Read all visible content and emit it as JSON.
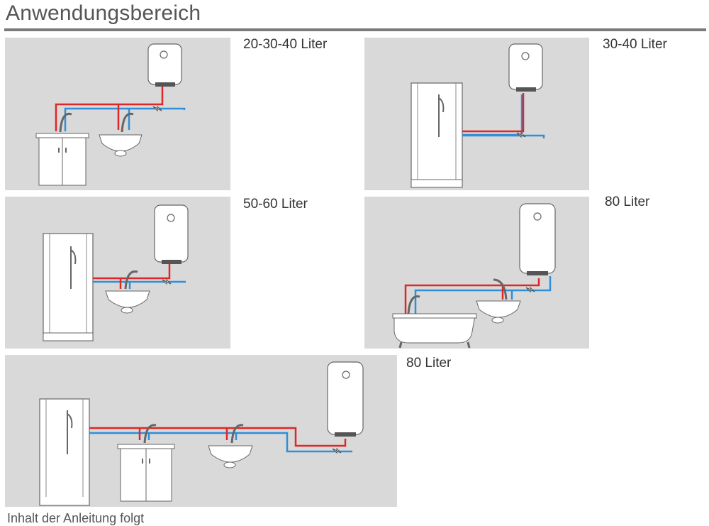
{
  "page": {
    "title": "Anwendungsbereich",
    "footer_text": "Inhalt der Anleitung folgt"
  },
  "colors": {
    "hot_pipe": "#e02626",
    "cold_pipe": "#2f8fd8",
    "panel_bg": "#d9d9d9",
    "fixture_fill": "#ffffff",
    "fixture_stroke": "#666666",
    "divider": "#7a7a7a"
  },
  "panels": [
    {
      "caption": "20-30-40 Liter",
      "fixtures": [
        "cabinet-sink",
        "wall-sink",
        "water-heater"
      ]
    },
    {
      "caption": "30-40 Liter",
      "fixtures": [
        "shower-cabin",
        "water-heater"
      ]
    },
    {
      "caption": "50-60 Liter",
      "fixtures": [
        "shower-cabin",
        "wall-sink",
        "water-heater"
      ]
    },
    {
      "caption": "80 Liter",
      "fixtures": [
        "bathtub",
        "wall-sink",
        "water-heater"
      ]
    },
    {
      "caption": "80 Liter",
      "fixtures": [
        "shower-cabin",
        "cabinet-sink",
        "wall-sink",
        "water-heater"
      ]
    }
  ]
}
